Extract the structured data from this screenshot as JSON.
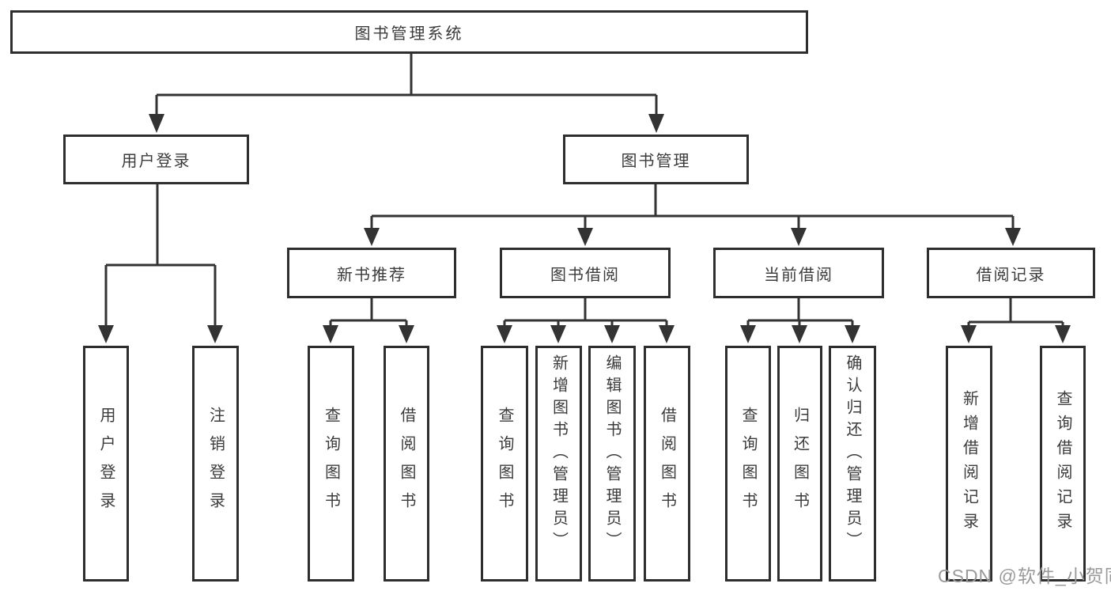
{
  "diagram": {
    "root": "图书管理系统",
    "level1": {
      "user_login": "用户登录",
      "book_mgmt": "图书管理"
    },
    "user_login_children": [
      "用户登录",
      "注销登录"
    ],
    "book_mgmt_groups": [
      {
        "label": "新书推荐",
        "children": [
          "查询图书",
          "借阅图书"
        ]
      },
      {
        "label": "图书借阅",
        "children": [
          "查询图书",
          "新增图书（管理员）",
          "编辑图书（管理员）",
          "借阅图书"
        ]
      },
      {
        "label": "当前借阅",
        "children": [
          "查询图书",
          "归还图书",
          "确认归还（管理员）"
        ]
      },
      {
        "label": "借阅记录",
        "children": [
          "新增借阅记录",
          "查询借阅记录"
        ]
      }
    ]
  },
  "watermark": "CSDN @软件_小贺同学",
  "colors": {
    "line": "#333333",
    "box_border": "#2e2e2e",
    "text": "#3b3b3b",
    "watermark": "#9a9a9a",
    "background": "#ffffff"
  }
}
